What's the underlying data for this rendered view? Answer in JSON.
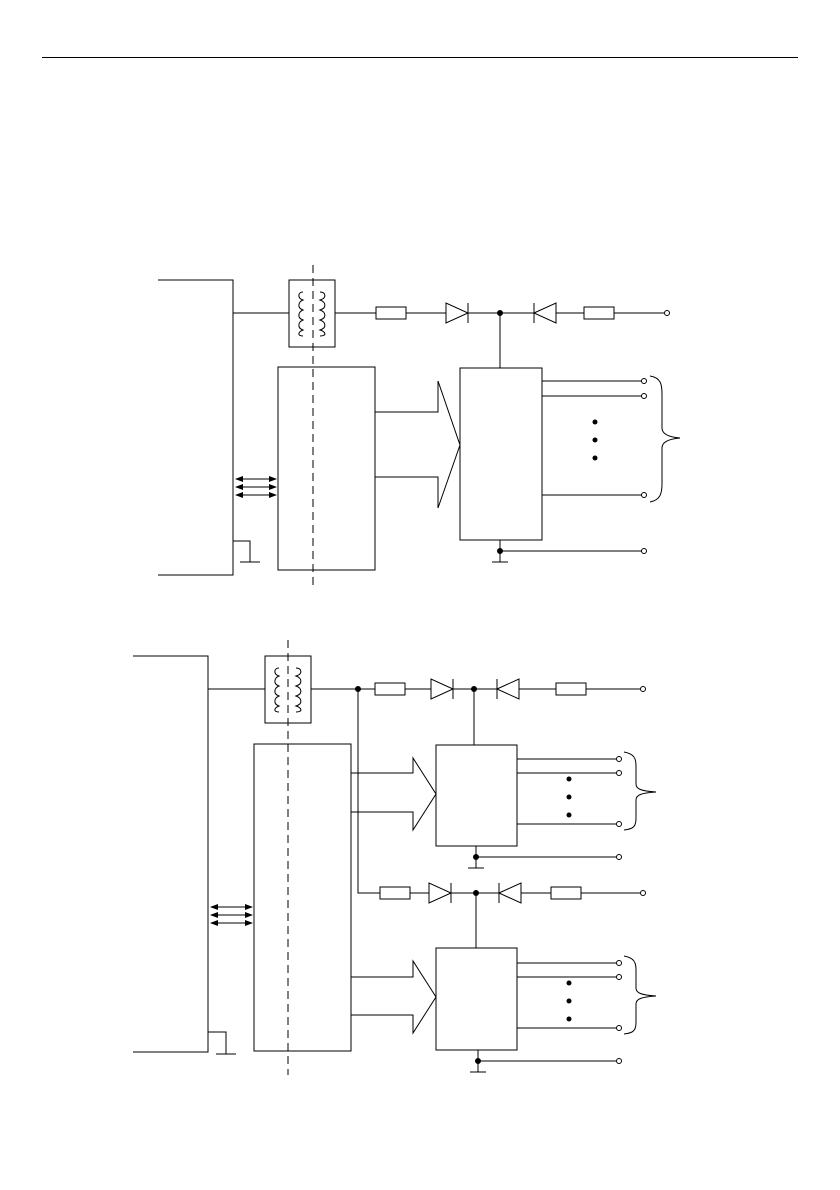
{
  "page": {
    "header_rule": true
  },
  "diagrams": [
    {
      "id": "single-output-module",
      "channel_groups": 1,
      "components": [
        "plc-backplane",
        "isolation-transformer",
        "fuse",
        "diode",
        "isolated-interface-block",
        "output-driver-block",
        "output-terminals",
        "ground"
      ]
    },
    {
      "id": "dual-output-module",
      "channel_groups": 2,
      "components": [
        "plc-backplane",
        "isolation-transformer",
        "fuse",
        "diode",
        "isolated-interface-block",
        "output-driver-block",
        "output-terminals",
        "ground"
      ]
    }
  ],
  "colors": {
    "stroke": "#000000",
    "background": "#ffffff"
  }
}
